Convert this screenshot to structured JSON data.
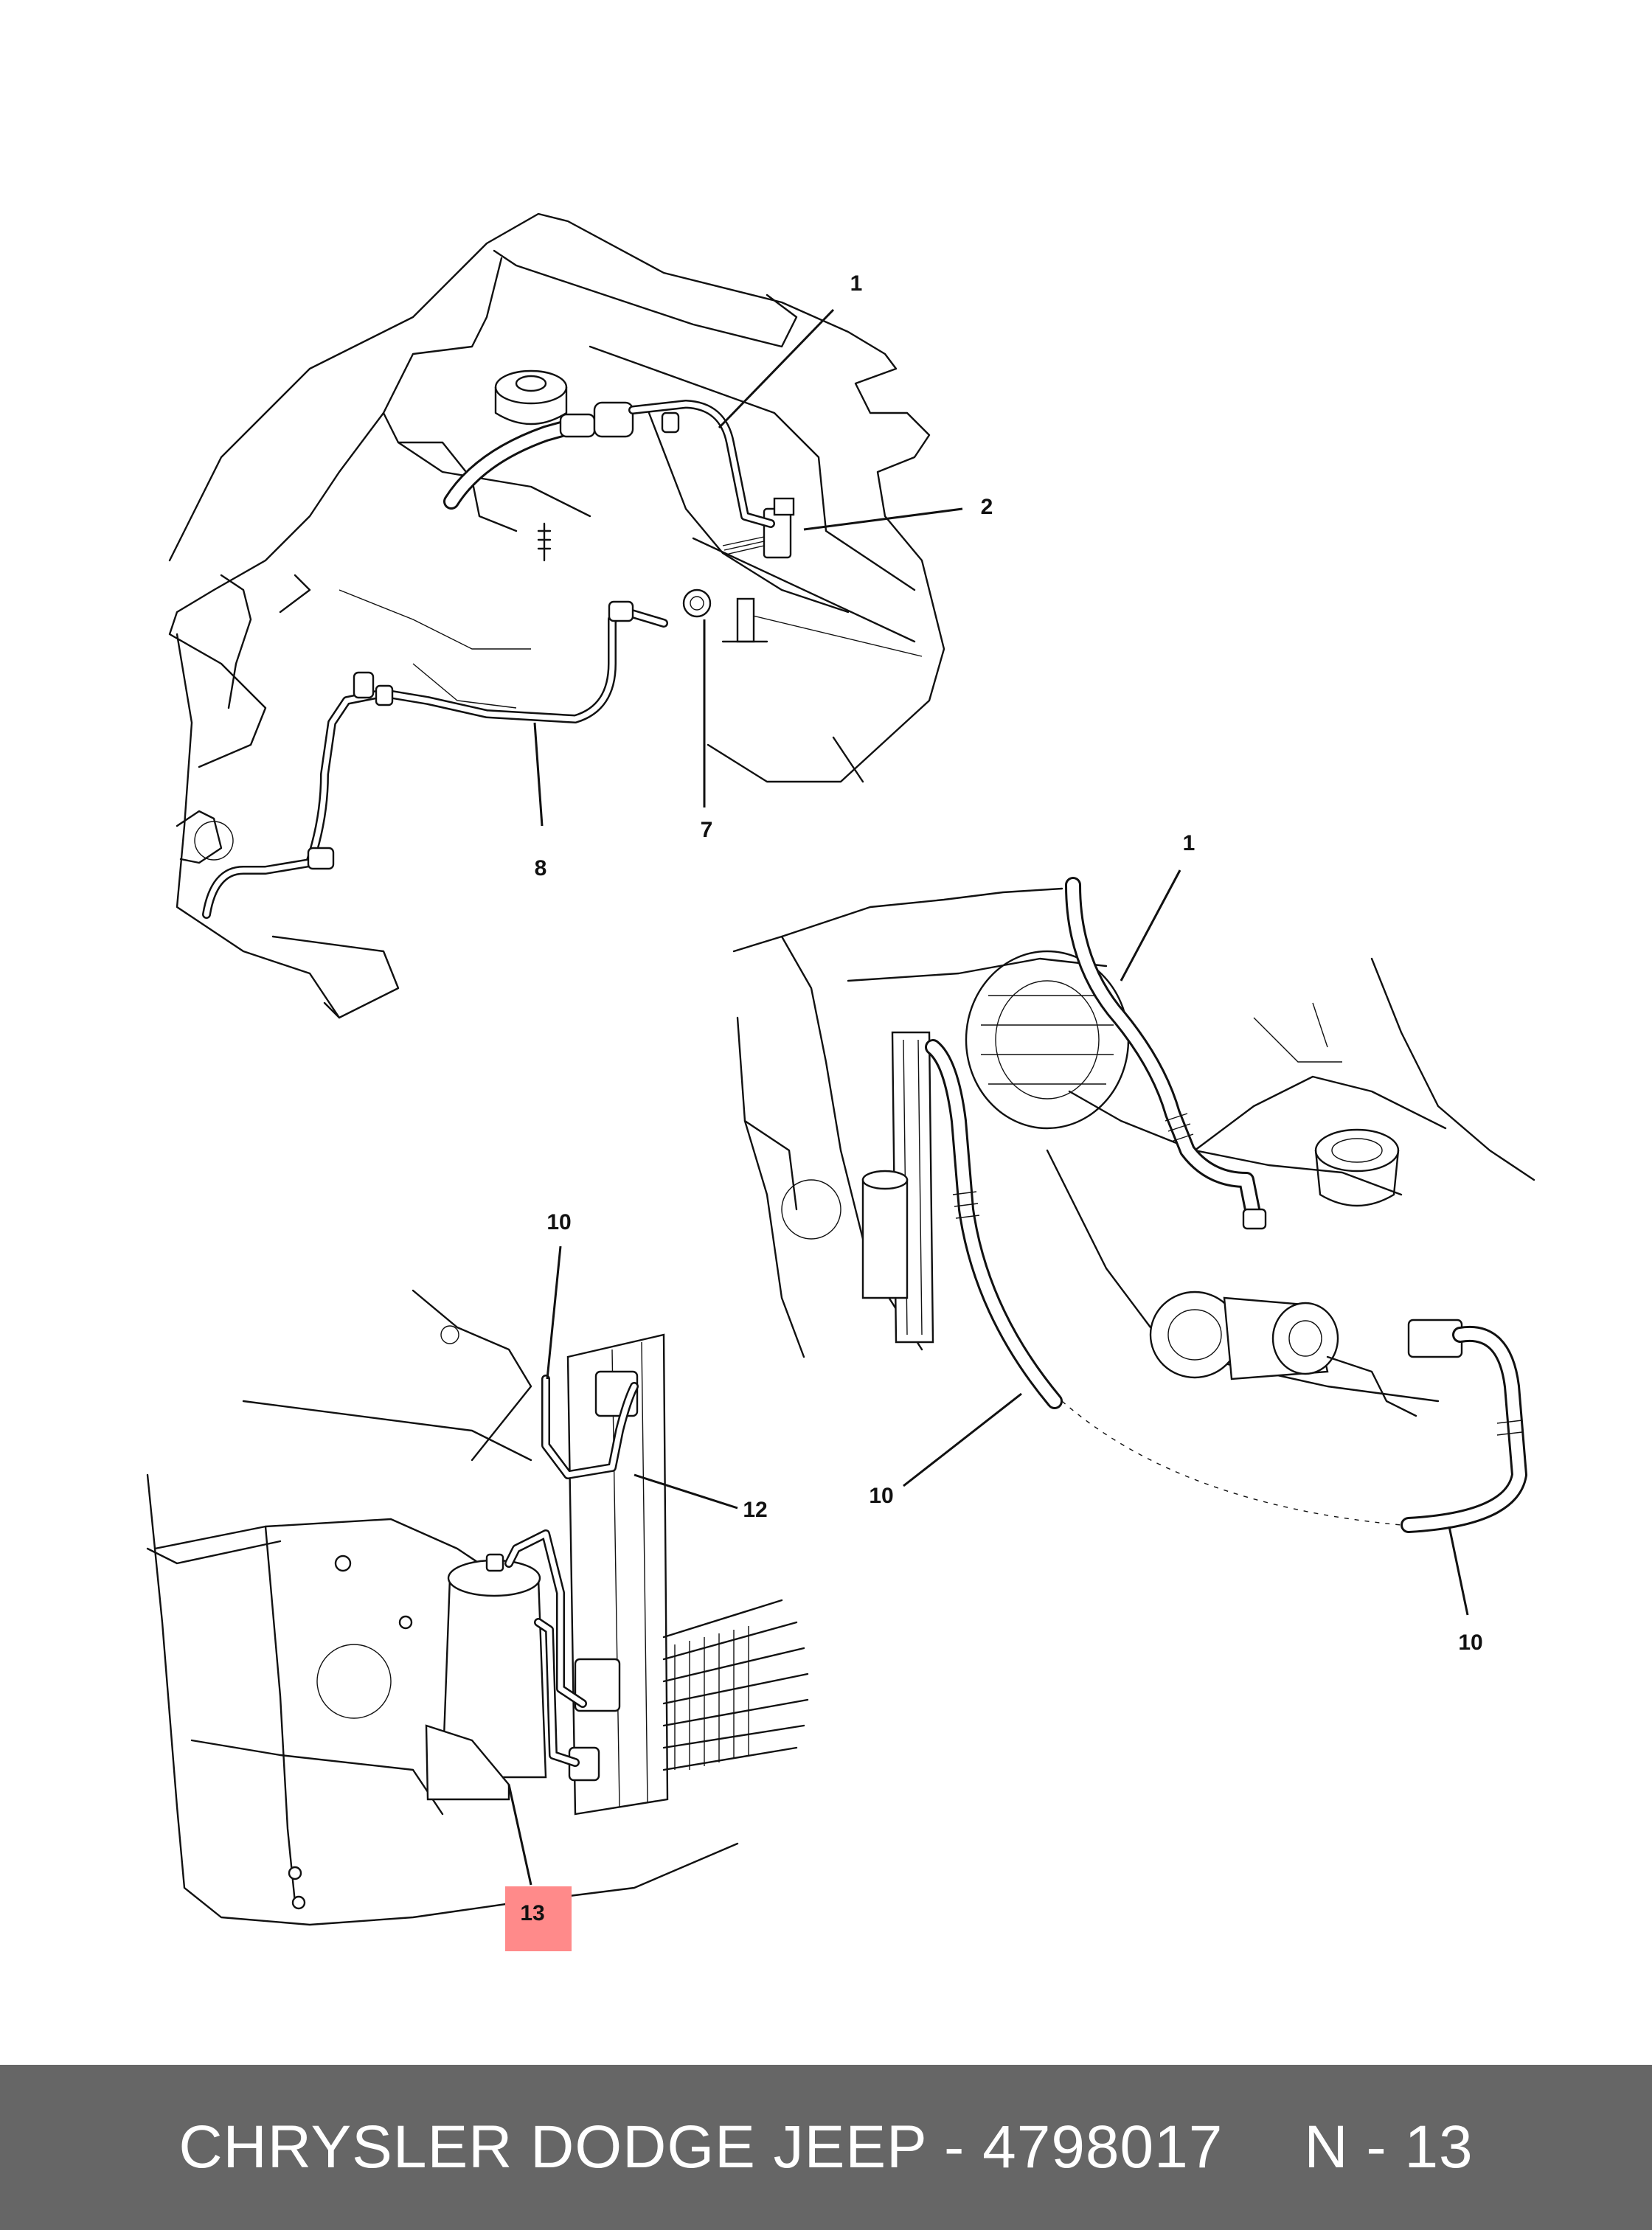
{
  "callouts": {
    "c1_top": "1",
    "c2": "2",
    "c7": "7",
    "c8": "8",
    "c1_right": "1",
    "c10_top": "10",
    "c10_mid": "10",
    "c10_right": "10",
    "c12": "12",
    "c13": "13"
  },
  "highlight_color": "#ff8a8a",
  "footer": {
    "brand_part": "CHRYSLER DODGE JEEP - 4798017",
    "page_ref": "N - 13",
    "background": "#666666"
  }
}
